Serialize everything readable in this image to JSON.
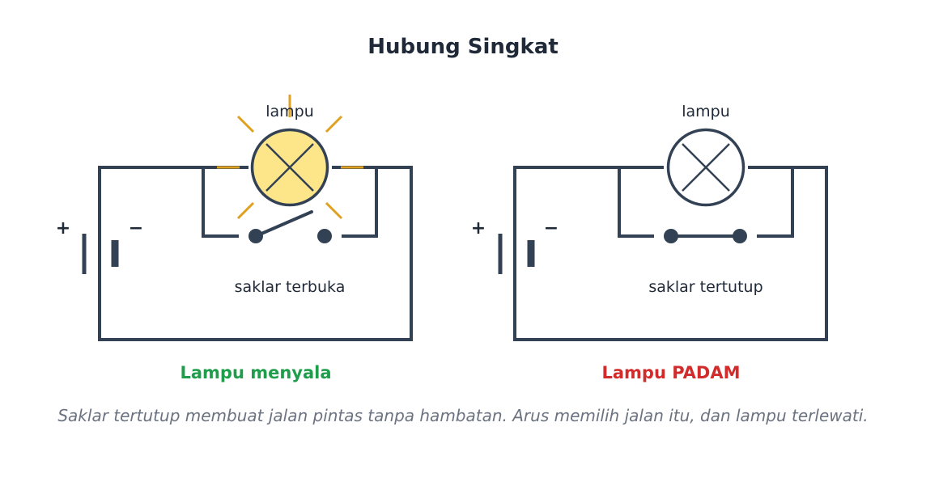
{
  "title": "Hubung Singkat",
  "battery": {
    "plus": "+",
    "minus": "−"
  },
  "circuits": [
    {
      "lamp_label": "lampu",
      "switch_label": "saklar terbuka",
      "switch_state": "open",
      "lamp_on": true,
      "status": "Lampu menyala",
      "status_color": "#1e9e4a"
    },
    {
      "lamp_label": "lampu",
      "switch_label": "saklar tertutup",
      "switch_state": "closed",
      "lamp_on": false,
      "status": "Lampu PADAM",
      "status_color": "#d12b2b"
    }
  ],
  "caption": "Saklar tertutup membuat jalan pintas tanpa hambatan. Arus memilih jalan itu, dan lampu terlewati.",
  "colors": {
    "wire": "#334155",
    "lamp_on_fill": "#fde68a",
    "lamp_off_fill": "#ffffff",
    "glow": "#e0a020"
  }
}
